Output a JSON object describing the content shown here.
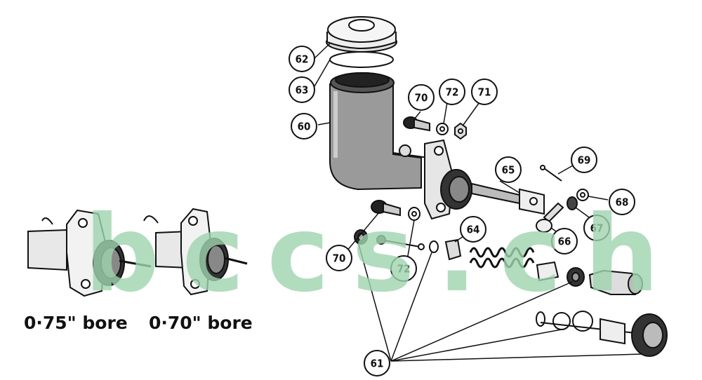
{
  "watermark": {
    "text": "bccs.ch"
  },
  "bore_labels": {
    "left": "0·75\" bore",
    "right": "0·70\" bore"
  },
  "callouts": [
    {
      "id": "c60",
      "label": "60"
    },
    {
      "id": "c61",
      "label": "61"
    },
    {
      "id": "c62",
      "label": "62"
    },
    {
      "id": "c63",
      "label": "63"
    },
    {
      "id": "c64",
      "label": "64"
    },
    {
      "id": "c65",
      "label": "65"
    },
    {
      "id": "c66",
      "label": "66"
    },
    {
      "id": "c67",
      "label": "67"
    },
    {
      "id": "c68",
      "label": "68"
    },
    {
      "id": "c69",
      "label": "69"
    },
    {
      "id": "c70a",
      "label": "70"
    },
    {
      "id": "c70b",
      "label": "70"
    },
    {
      "id": "c71",
      "label": "71"
    },
    {
      "id": "c72a",
      "label": "72"
    },
    {
      "id": "c72b",
      "label": "72"
    }
  ],
  "colors": {
    "ink": "#111111",
    "watermark": "#9fd4ae",
    "background": "#ffffff"
  }
}
